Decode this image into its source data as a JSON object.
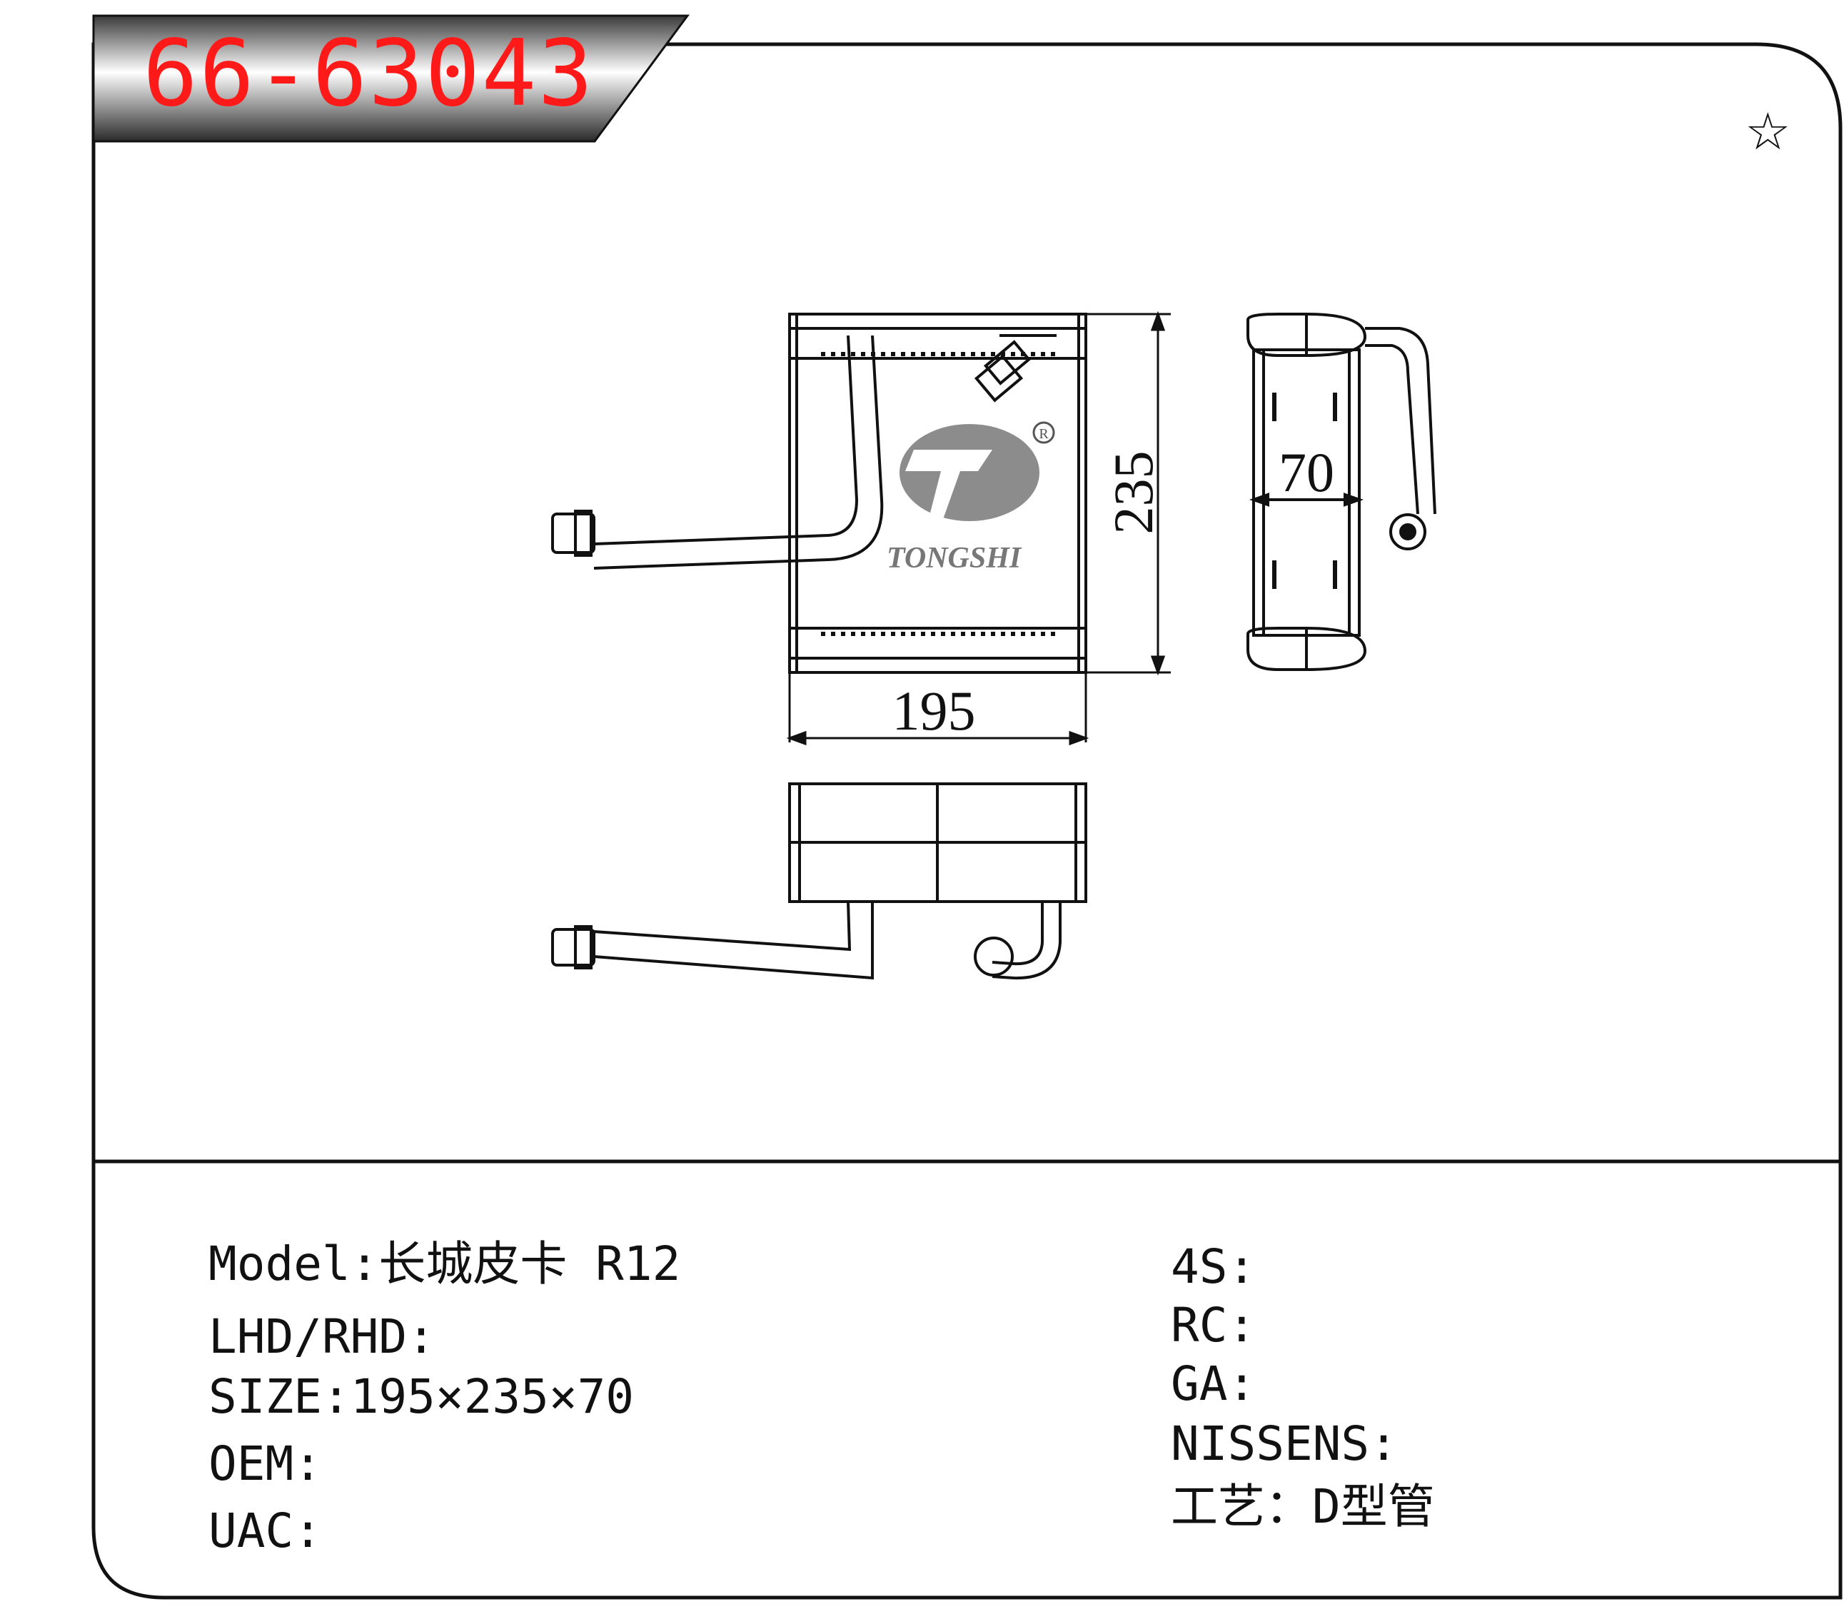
{
  "header": {
    "part_number": "66-63043"
  },
  "star_icon": "☆",
  "drawing": {
    "dim_width": "195",
    "dim_height": "235",
    "dim_depth": "70",
    "logo_text": "TONGSHI",
    "registered_mark": "R"
  },
  "specs_left": [
    {
      "label": "Model:",
      "value": "长城皮卡 R12"
    },
    {
      "label": "LHD/RHD:",
      "value": ""
    },
    {
      "label": "SIZE:",
      "value": "195×235×70"
    },
    {
      "label": "OEM:",
      "value": ""
    },
    {
      "label": "UAC:",
      "value": ""
    }
  ],
  "specs_right": [
    {
      "label": "4S:",
      "value": ""
    },
    {
      "label": "RC:",
      "value": ""
    },
    {
      "label": "GA:",
      "value": ""
    },
    {
      "label": "NISSENS:",
      "value": ""
    },
    {
      "label": "工艺：",
      "value": "D型管"
    }
  ],
  "colors": {
    "title": "#ff1a1a",
    "line": "#111111"
  }
}
